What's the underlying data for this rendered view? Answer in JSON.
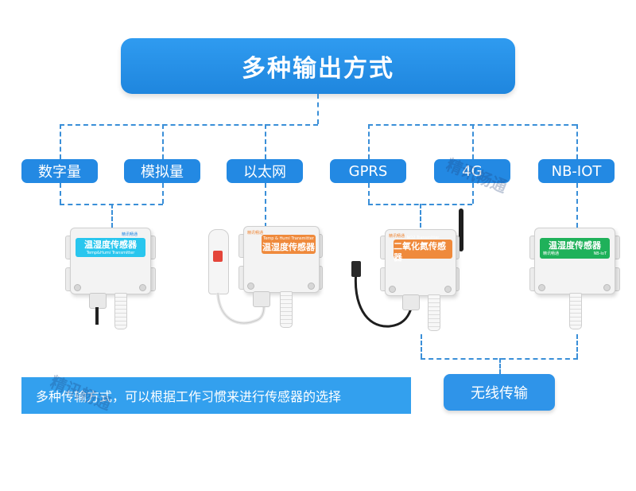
{
  "title": "多种输出方式",
  "output_labels": [
    "数字量",
    "模拟量",
    "以太网",
    "GPRS",
    "4G",
    "NB-IOT"
  ],
  "devices": [
    {
      "faceplate_title": "温湿度传感器",
      "faceplate_subtitle": "Temp&Humi Transmitter",
      "brand": "精讯畅通",
      "color": "#29c6ee"
    },
    {
      "faceplate_title": "温湿度传感器",
      "faceplate_subtitle": "Temp & Humi Transmitter",
      "brand": "精讯畅通",
      "color": "#ef8a3c"
    },
    {
      "faceplate_title": "二氧化氮传感器",
      "faceplate_subtitle": "NO2 Transmitter",
      "brand": "精讯畅通",
      "color": "#ef8a3c"
    },
    {
      "faceplate_title": "温湿度传感器",
      "faceplate_subtitle": "NB-IoT",
      "brand": "精讯畅通",
      "color": "#1fb15a"
    }
  ],
  "bottom_note": "多种传输方式，可以根据工作习惯来进行传感器的选择",
  "wireless_label": "无线传输",
  "watermark": "精讯畅通",
  "colors": {
    "primary": "#2389e3",
    "line": "#3a8fd8"
  }
}
